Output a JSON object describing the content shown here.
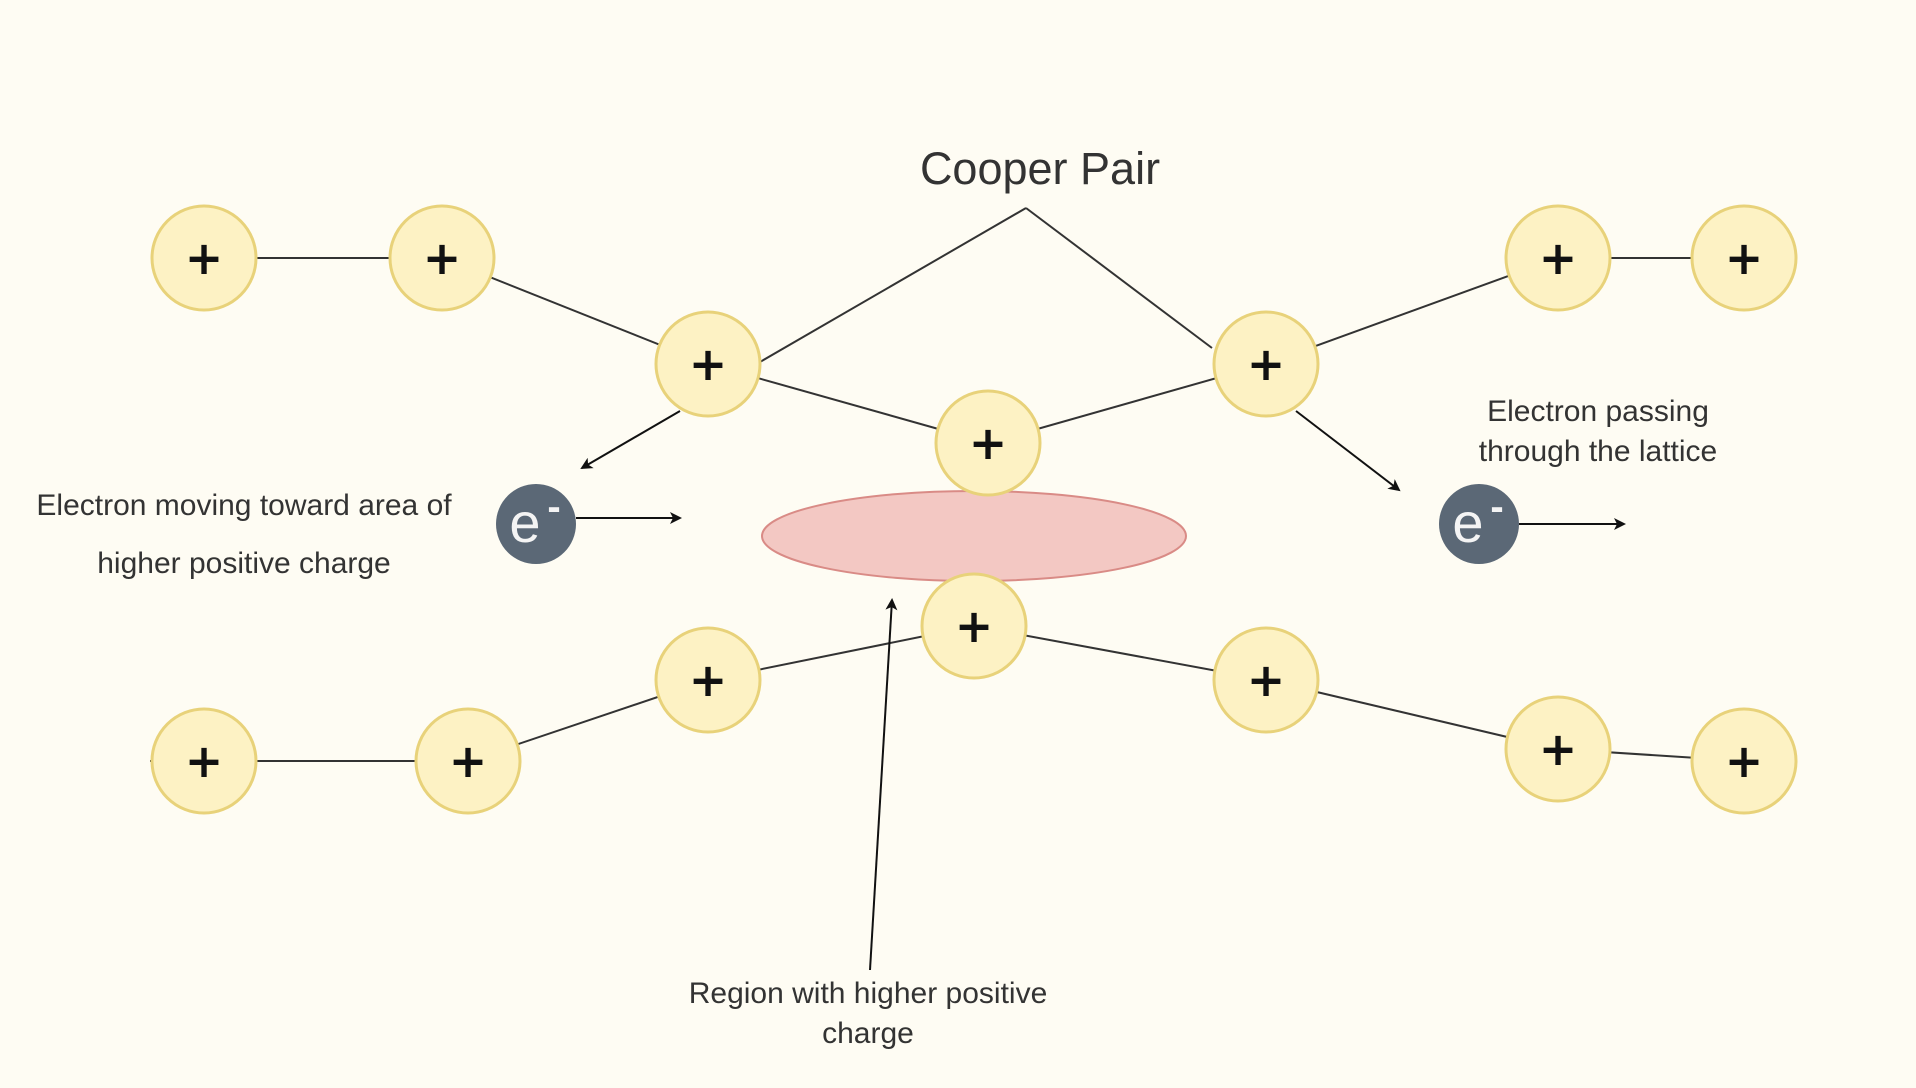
{
  "labels": {
    "cooper_pair": "Cooper Pair",
    "electron_moving_line1": "Electron moving toward area of",
    "electron_moving_line2": "higher positive charge",
    "electron_passing_line1": "Electron passing",
    "electron_passing_line2": "through the lattice",
    "region_line1": "Region with higher positive",
    "region_line2": "charge"
  },
  "ion_symbol": "+",
  "electron": {
    "symbol": "e",
    "superscript": "-"
  },
  "colors": {
    "background": "#fefcf3",
    "ion_fill": "#fdf2c4",
    "ion_stroke": "#e8d27a",
    "electron_fill": "#5b6876",
    "region_fill": "#f3c8c3",
    "region_stroke": "#d98b86",
    "line": "#333333"
  }
}
